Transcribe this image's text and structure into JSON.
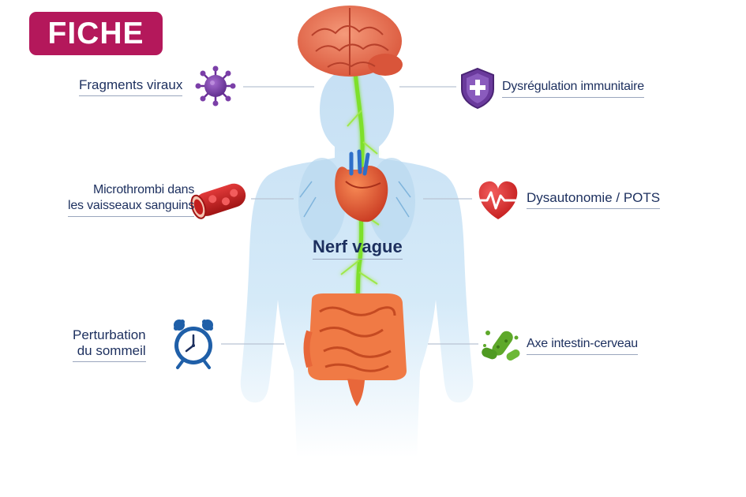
{
  "badge": {
    "text": "FICHE",
    "color": "#b4185b"
  },
  "center_label": "Nerf vague",
  "labels": {
    "fragments_viraux": "Fragments viraux",
    "dysregulation": "Dysrégulation immunitaire",
    "microthrombi_line1": "Microthrombi dans",
    "microthrombi_line2": "les vaisseaux sanguins",
    "dysautonomie": "Dysautonomie / POTS",
    "perturbation_line1": "Perturbation",
    "perturbation_line2": "du sommeil",
    "axe": "Axe intestin-cerveau"
  },
  "icons": {
    "virus": "virus-icon",
    "shield": "shield-plus-icon",
    "blood_vessel": "blood-vessel-icon",
    "heart_ecg": "heart-ecg-icon",
    "alarm_clock": "alarm-clock-icon",
    "bacteria": "bacteria-icon"
  },
  "colors": {
    "text": "#1c2f5e",
    "body": "#cfe6f7",
    "organ": "#f07a45",
    "nerve": "#8fe63a",
    "virus": "#7b3fa8",
    "shield": "#6a3a9c",
    "blood": "#d92a2a",
    "clock": "#1f5fa8",
    "bacteria": "#5ea82a"
  }
}
